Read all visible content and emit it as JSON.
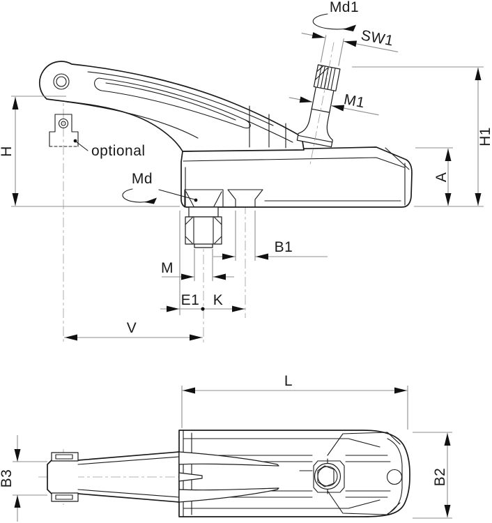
{
  "drawing": {
    "type": "technical-dimension-drawing",
    "subject": "low-profile toggle clamp with adjustable spindle, side view (top) and plan view (bottom)",
    "background": "#ffffff",
    "line_color": "#1a1a1a",
    "dimension_line_color": "#8c8c8c",
    "views": [
      {
        "name": "side-view",
        "position": "top"
      },
      {
        "name": "plan-view",
        "position": "bottom"
      }
    ],
    "labels": {
      "md1": "Md1",
      "sw1": "SW1",
      "m1": "M1",
      "h1": "H1",
      "a": "A",
      "h": "H",
      "optional": "optional",
      "md": "Md",
      "b1": "B1",
      "m": "M",
      "e1": "E1",
      "k": "K",
      "v": "V",
      "l": "L",
      "b3": "B3",
      "b2": "B2"
    }
  }
}
